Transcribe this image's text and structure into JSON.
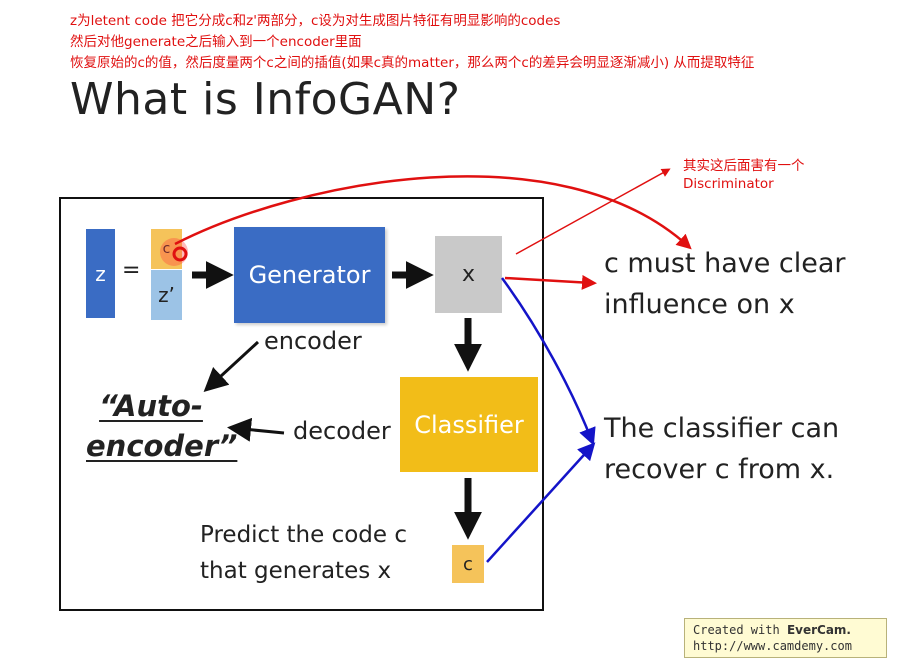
{
  "notes": [
    "z为letent code 把它分成c和z'两部分，c设为对生成图片特征有明显影响的codes",
    "然后对他generate之后输入到一个encoder里面",
    "恢复原始的c的值，然后度量两个c之间的插值(如果c真的matter，那么两个c的差异会明显逐渐减小) 从而提取特征"
  ],
  "title": "What is InfoGAN?",
  "diagram": {
    "z_label": "z",
    "equals": "=",
    "c_label": "c",
    "zprime_label": "z’",
    "generator_label": "Generator",
    "x_label": "x",
    "encoder_label": "encoder",
    "autoencoder_line1": "“Auto-",
    "autoencoder_line2": "encoder”",
    "decoder_label": "decoder",
    "classifier_label": "Classifier",
    "predict_line1": "Predict the code c",
    "predict_line2": "that generates x",
    "c_out_label": "c"
  },
  "right_text": {
    "clear_line1": "c must have clear",
    "clear_line2": "influence on x",
    "recover_line1": "The classifier can",
    "recover_line2": "recover c from x."
  },
  "annotation": {
    "line1": "其实这后面害有一个",
    "line2": "Discriminator"
  },
  "watermark": {
    "prefix": "Created with",
    "brand": "EverCam.",
    "url": "http://www.camdemy.com"
  },
  "colors": {
    "annotation_red": "#e01010",
    "arrow_blue": "#1414c8",
    "generator_blue": "#3a6cc4",
    "classifier_yellow": "#f2bd18"
  }
}
